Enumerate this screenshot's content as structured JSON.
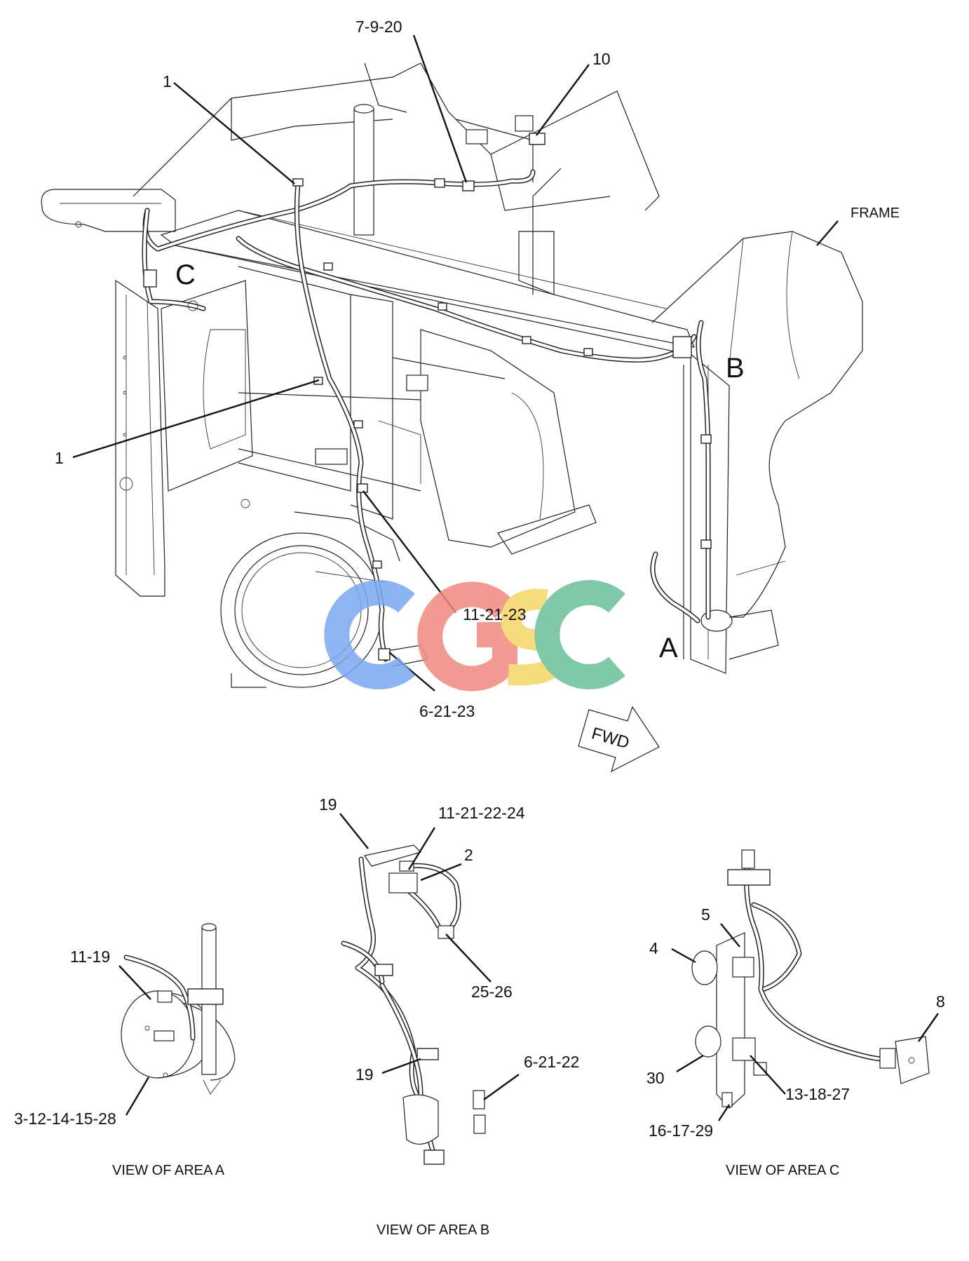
{
  "diagram": {
    "callouts": {
      "c_7_9_20": "7-9-20",
      "c_10": "10",
      "c_1_top": "1",
      "c_frame": "FRAME",
      "c_C": "C",
      "c_B": "B",
      "c_1_mid": "1",
      "c_A": "A",
      "c_11_21_23": "11-21-23",
      "c_6_21_23": "6-21-23",
      "c_fwd": "FWD"
    },
    "watermark": {
      "text": "CGSC",
      "colors": [
        "#7aa7f0",
        "#f08a80",
        "#f5d666",
        "#6cbf99"
      ]
    },
    "view_a": {
      "caption": "VIEW OF AREA A",
      "c_11_19": "11-19",
      "c_3_12_14_15_28": "3-12-14-15-28"
    },
    "view_b": {
      "caption": "VIEW OF AREA B",
      "c_19_top": "19",
      "c_11_21_22_24": "11-21-22-24",
      "c_2": "2",
      "c_25_26": "25-26",
      "c_19_mid": "19",
      "c_6_21_22": "6-21-22"
    },
    "view_c": {
      "caption": "VIEW OF AREA C",
      "c_5": "5",
      "c_4": "4",
      "c_8": "8",
      "c_30": "30",
      "c_13_18_27": "13-18-27",
      "c_16_17_29": "16-17-29"
    }
  }
}
